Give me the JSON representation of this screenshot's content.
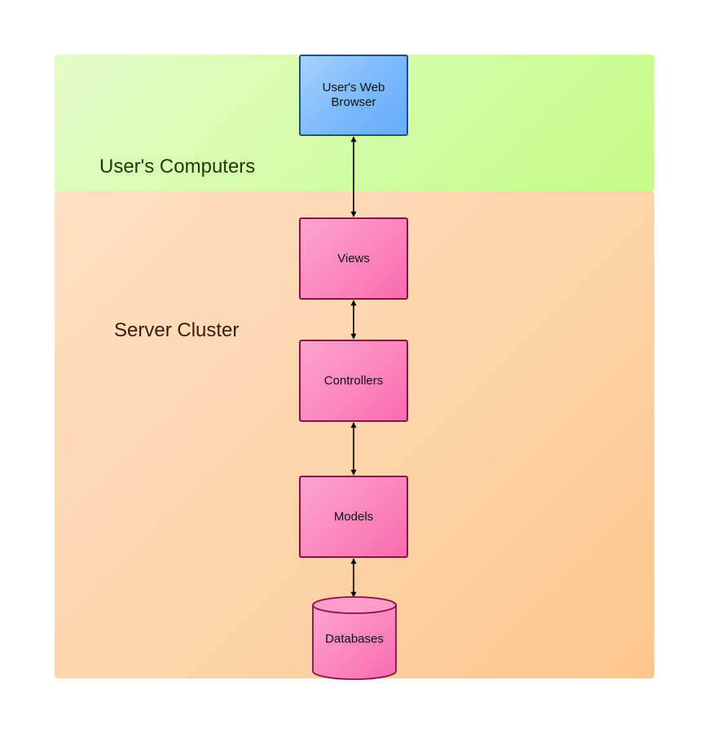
{
  "zones": {
    "users": {
      "label": "User's Computers"
    },
    "server": {
      "label": "Server Cluster"
    }
  },
  "nodes": {
    "browser": {
      "label": "User's Web Browser"
    },
    "views": {
      "label": "Views"
    },
    "controllers": {
      "label": "Controllers"
    },
    "models": {
      "label": "Models"
    },
    "databases": {
      "label": "Databases"
    }
  },
  "connections": [
    {
      "from": "User's Web Browser",
      "to": "Views",
      "direction": "both"
    },
    {
      "from": "Views",
      "to": "Controllers",
      "direction": "both"
    },
    {
      "from": "Controllers",
      "to": "Models",
      "direction": "both"
    },
    {
      "from": "Models",
      "to": "Databases",
      "direction": "both"
    }
  ],
  "colors": {
    "users_zone": "#d2fca4",
    "server_zone": "#fdd2a6",
    "browser_fill": "#7ab9fb",
    "component_fill": "#fb86bd",
    "arrow": "#000000"
  }
}
